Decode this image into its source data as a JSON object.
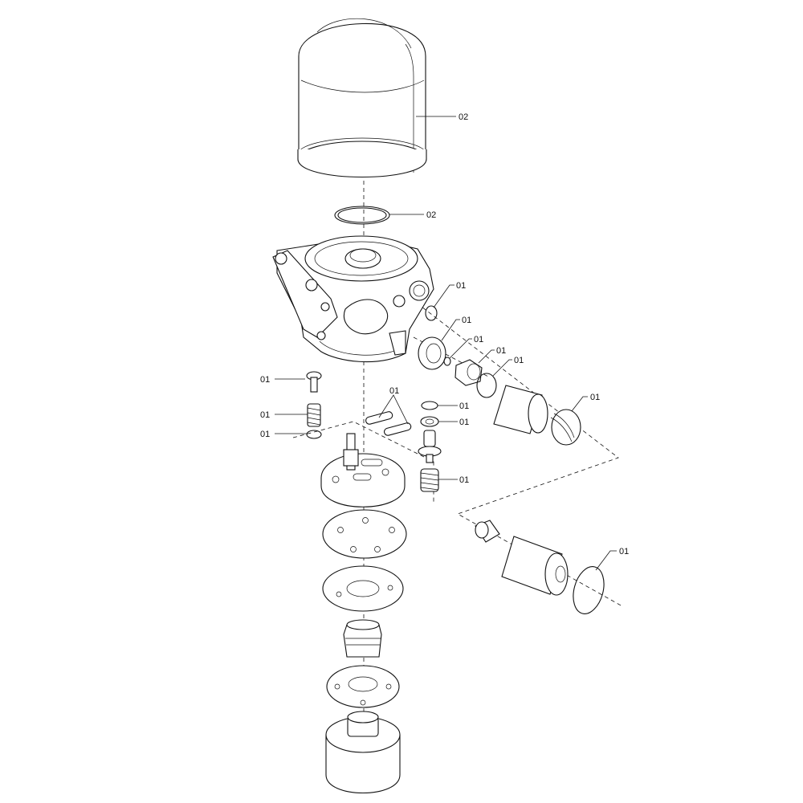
{
  "callouts": [
    {
      "id": "02",
      "part": "filter-cartridge"
    },
    {
      "id": "02",
      "part": "cartridge-o-ring"
    },
    {
      "id": "01",
      "part": "small-o-ring-housing"
    },
    {
      "id": "01",
      "part": "flat-gasket"
    },
    {
      "id": "01",
      "part": "small-seal"
    },
    {
      "id": "01",
      "part": "check-valve"
    },
    {
      "id": "01",
      "part": "valve-o-ring"
    },
    {
      "id": "01",
      "part": "heater-spring"
    },
    {
      "id": "01",
      "part": "screw"
    },
    {
      "id": "01",
      "part": "compression-spring"
    },
    {
      "id": "01",
      "part": "small-o-ring-left"
    },
    {
      "id": "01",
      "part": "oval-seal-rings"
    },
    {
      "id": "01",
      "part": "o-ring-upper"
    },
    {
      "id": "01",
      "part": "seal-washer"
    },
    {
      "id": "01",
      "part": "valve-spring"
    },
    {
      "id": "01",
      "part": "large-snap-ring"
    }
  ]
}
